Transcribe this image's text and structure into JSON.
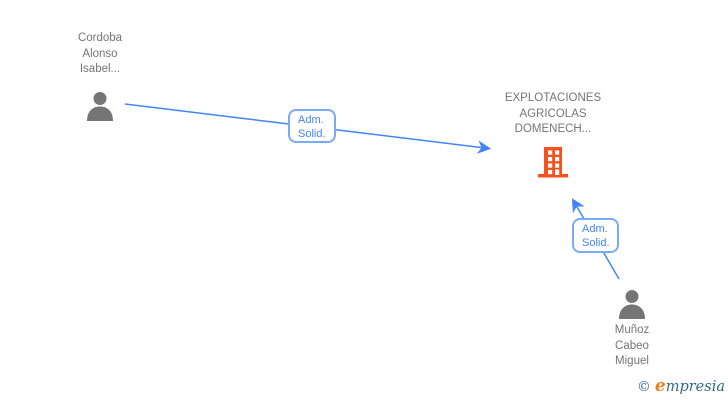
{
  "diagram": {
    "type": "org-relationship-graph",
    "background_color": "#ffffff",
    "nodes": [
      {
        "id": "person-cordoba",
        "type": "person",
        "icon": "person-icon",
        "label_lines": [
          "Cordoba",
          "Alonso",
          "Isabel..."
        ]
      },
      {
        "id": "company-explotaciones",
        "type": "company",
        "icon": "building-icon",
        "label_lines": [
          "EXPLOTACIONES",
          "AGRICOLAS",
          "DOMENECH..."
        ]
      },
      {
        "id": "person-munoz",
        "type": "person",
        "icon": "person-icon",
        "label_lines": [
          "Muñoz",
          "Cabeo",
          "Miguel"
        ]
      }
    ],
    "edges": [
      {
        "from": "person-cordoba",
        "to": "company-explotaciones",
        "label_lines": [
          "Adm.",
          "Solid."
        ]
      },
      {
        "from": "person-munoz",
        "to": "company-explotaciones",
        "label_lines": [
          "Adm.",
          "Solid."
        ]
      }
    ],
    "colors": {
      "edge": "#4285f4",
      "edge_label_text": "#4285f4",
      "edge_label_border": "#7baaf7",
      "person_icon": "#757575",
      "company_icon": "#f4511e",
      "node_text": "#757575"
    }
  },
  "footer": {
    "copyright_symbol": "©",
    "brand_initial": "e",
    "brand_rest": "mpresia",
    "colors": {
      "copyright": "#34718e",
      "brand_initial": "#ef7f1a",
      "brand_rest": "#2f6b88"
    }
  }
}
